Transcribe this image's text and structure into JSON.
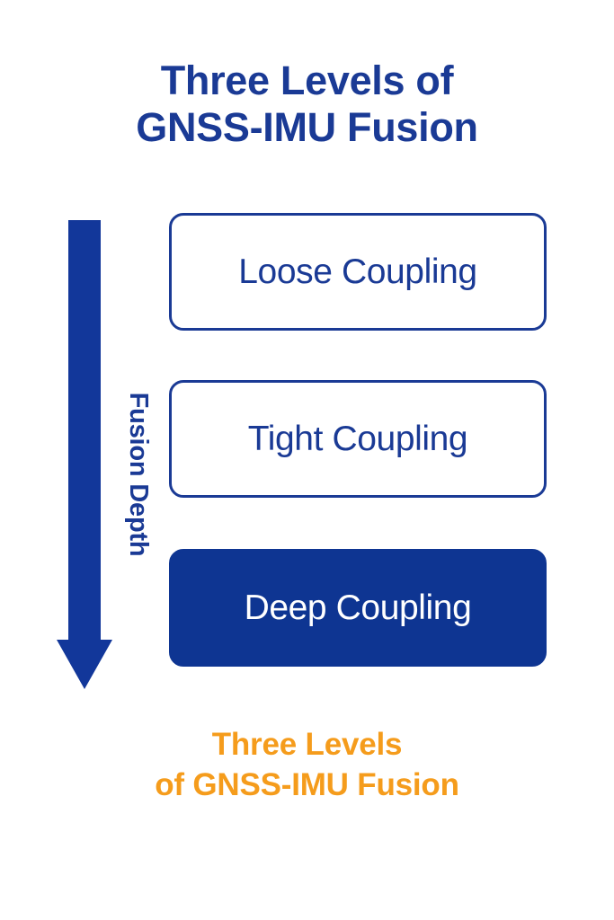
{
  "colors": {
    "background": "#ffffff",
    "primary_blue": "#1a3a95",
    "deep_blue_fill": "#0e3592",
    "accent_orange": "#f59c1c",
    "box_text_light": "#ffffff"
  },
  "title": {
    "line1": "Three Levels of",
    "line2": "GNSS-IMU Fusion"
  },
  "axis": {
    "arrow_name": "downward-arrow",
    "arrow_direction": "down",
    "label": "Fusion Depth"
  },
  "levels": [
    {
      "label": "Loose Coupling",
      "style": "outlined",
      "order": 1
    },
    {
      "label": "Tight Coupling",
      "style": "outlined",
      "order": 2
    },
    {
      "label": "Deep Coupling",
      "style": "filled",
      "order": 3
    }
  ],
  "caption": {
    "line1": "Three Levels",
    "line2": "of GNSS-IMU Fusion"
  }
}
